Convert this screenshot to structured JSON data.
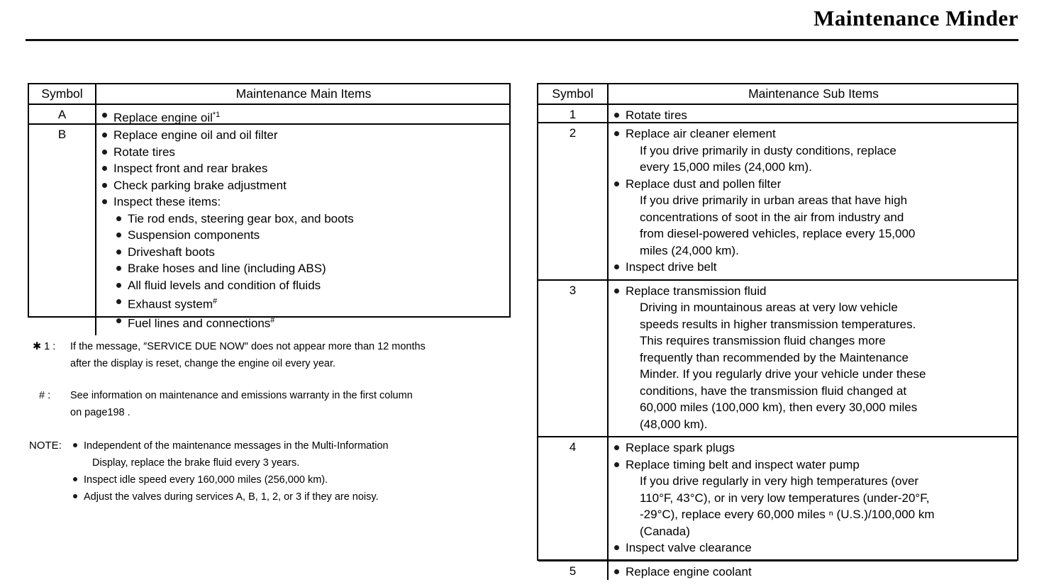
{
  "header": {
    "title": "Maintenance Minder"
  },
  "left_table": {
    "columns": [
      "Symbol",
      "Maintenance Main Items"
    ],
    "rows": [
      {
        "symbol": "A",
        "items": [
          {
            "text": "Replace engine oil",
            "sup": "*1"
          }
        ]
      },
      {
        "symbol": "B",
        "items": [
          {
            "text": "Replace engine oil and oil filter"
          },
          {
            "text": "Rotate tires"
          },
          {
            "text": "Inspect front and rear brakes"
          },
          {
            "text": "Check parking brake adjustment"
          },
          {
            "text": "Inspect these items:"
          }
        ],
        "sub_items": [
          {
            "text": "Tie rod ends, steering gear box, and boots"
          },
          {
            "text": "Suspension components"
          },
          {
            "text": "Driveshaft boots"
          },
          {
            "text": "Brake hoses and line (including ABS)"
          },
          {
            "text": "All fluid levels and condition of fluids"
          },
          {
            "text": "Exhaust system",
            "sup": "#"
          },
          {
            "text": "Fuel lines and connections",
            "sup": "#"
          }
        ]
      }
    ]
  },
  "footnotes": [
    {
      "label": "✱ 1 :",
      "lines": [
        "If the message, ″SERVICE DUE NOW″ does not appear more than 12 months",
        "after the display is reset, change the engine oil every year."
      ]
    },
    {
      "label": "# :",
      "lines": [
        "See information on maintenance and emissions warranty in the first column",
        "on page198 ."
      ]
    }
  ],
  "note": {
    "label": "NOTE:",
    "items": [
      {
        "line1": "Independent of the maintenance messages in the Multi-Information",
        "line2": "Display, replace the brake fluid every 3 years."
      },
      {
        "line1": "Inspect idle speed every 160,000 miles (256,000 km).",
        "line2": ""
      },
      {
        "line1": "Adjust the valves during services A, B, 1, 2, or 3 if they are noisy.",
        "line2": ""
      }
    ]
  },
  "right_table": {
    "columns": [
      "Symbol",
      "Maintenance Sub Items"
    ],
    "rows": [
      {
        "symbol": "1",
        "items": [
          {
            "text": "Rotate tires",
            "detail": []
          }
        ]
      },
      {
        "symbol": "2",
        "items": [
          {
            "text": "Replace air cleaner element",
            "detail": [
              "If you drive primarily in dusty conditions, replace",
              "every 15,000 miles (24,000 km)."
            ]
          },
          {
            "text": "Replace dust and pollen filter",
            "detail": [
              "If you drive primarily in urban areas that have high",
              "concentrations of soot in the air from industry and",
              "from diesel-powered vehicles, replace every 15,000",
              "miles (24,000 km)."
            ]
          },
          {
            "text": "Inspect drive belt",
            "detail": []
          }
        ]
      },
      {
        "symbol": "3",
        "items": [
          {
            "text": "Replace transmission fluid",
            "detail": [
              "Driving in mountainous areas at very low vehicle",
              "speeds results in higher transmission temperatures.",
              "This requires transmission fluid changes more",
              "frequently than recommended by the Maintenance",
              "Minder. If you regularly drive your vehicle under these",
              "conditions, have the transmission fluid changed at",
              "60,000 miles (100,000 km), then every 30,000 miles",
              "(48,000 km)."
            ]
          }
        ]
      },
      {
        "symbol": "4",
        "items": [
          {
            "text": "Replace spark plugs",
            "detail": []
          },
          {
            "text": "Replace timing belt and inspect water pump",
            "detail": [
              "If you drive regularly in very high temperatures (over",
              "110°F, 43°C), or in very low temperatures (under-20°F,",
              "-29°C), replace every 60,000 miles ⁿ (U.S.)/100,000 km",
              "(Canada)"
            ]
          },
          {
            "text": "Inspect valve clearance",
            "detail": []
          }
        ]
      },
      {
        "symbol": "5",
        "items": [
          {
            "text": "Replace engine coolant",
            "detail": []
          }
        ]
      }
    ]
  }
}
